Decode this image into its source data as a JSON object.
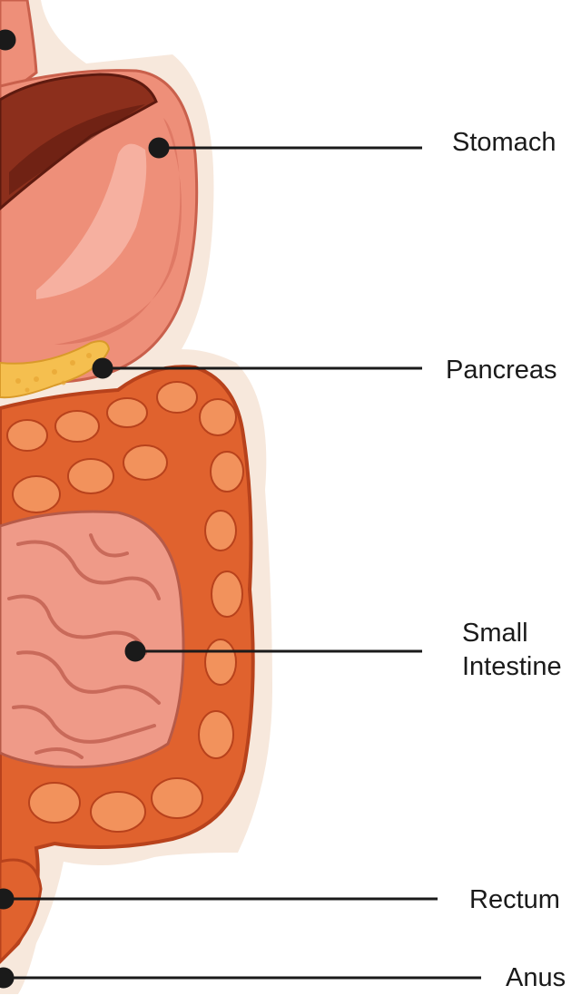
{
  "labels": {
    "stomach": "Stomach",
    "pancreas": "Pancreas",
    "small_intestine_line1": "Small",
    "small_intestine_line2": "Intestine",
    "rectum": "Rectum",
    "anus": "Anus"
  },
  "colors": {
    "outline_halo": "#f7e8dc",
    "stomach": "#ee8f79",
    "stomach_shadow": "#d96f5c",
    "stomach_highlight": "#f6b4a4",
    "liver": "#8c2f1c",
    "liver_dark": "#5e1a0f",
    "pancreas": "#f5bf4f",
    "colon": "#e0622e",
    "colon_highlight": "#f2925c",
    "colon_shadow": "#b8421c",
    "small_intestine": "#ef9a88",
    "small_intestine_fold": "#c96a5a",
    "leader_line": "#1a1a1a"
  }
}
